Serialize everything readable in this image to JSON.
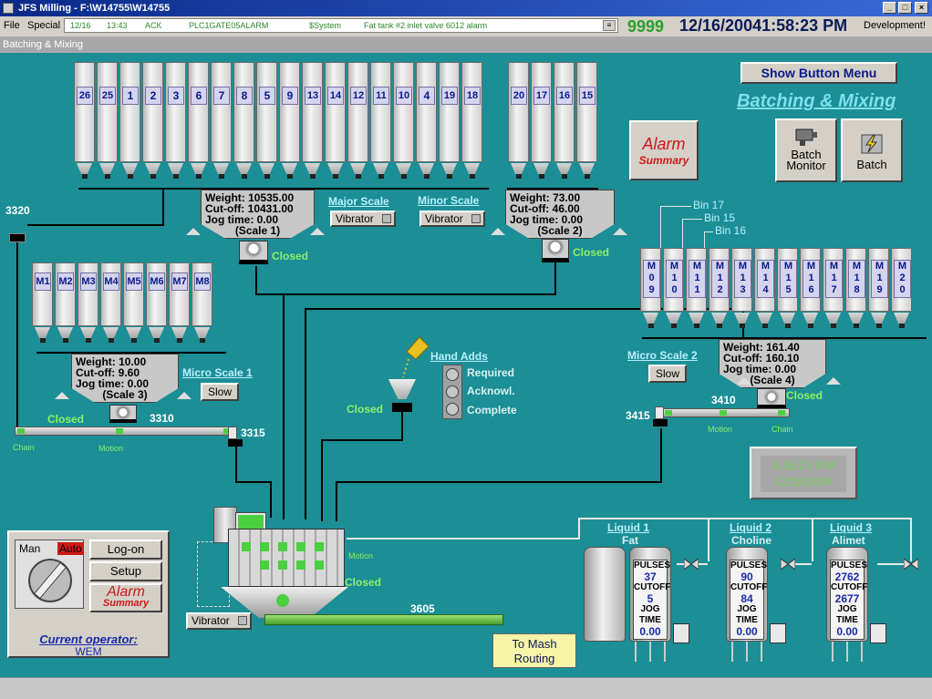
{
  "window": {
    "title": "JFS Milling - F:\\W14755\\W14755",
    "minimize": "_",
    "maximize": "□",
    "close": "×"
  },
  "menu": {
    "file": "File",
    "special": "Special"
  },
  "alarm_line": {
    "date": "12/16",
    "time": "13:43",
    "status": "ACK",
    "tag": "PLC1GATE05ALARM",
    "system": "$System",
    "message": "Fat tank #2 inlet valve 6012 alarm"
  },
  "header": {
    "counter": "9999",
    "datetime": "12/16/20041:58:23 PM",
    "user": "Development!"
  },
  "subtitle": "Batching & Mixing",
  "page_title": "Batching & Mixing",
  "buttons": {
    "show_menu": "Show Button Menu",
    "alarm": "Alarm",
    "alarm_summary": "Summary",
    "batch_monitor_l1": "Batch",
    "batch_monitor_l2": "Monitor",
    "batch": "Batch",
    "vibrator": "Vibrator",
    "slow": "Slow",
    "man": "Man",
    "auto": "Auto",
    "logon": "Log-on",
    "setup": "Setup"
  },
  "bins_major": [
    "26",
    "25",
    "1",
    "2",
    "3",
    "6",
    "7",
    "8",
    "5",
    "9",
    "13",
    "14",
    "12",
    "11",
    "10",
    "4",
    "19",
    "18"
  ],
  "bins_minor": [
    "20",
    "17",
    "16",
    "15"
  ],
  "bins_micro1": [
    "M1",
    "M2",
    "M3",
    "M4",
    "M5",
    "M6",
    "M7",
    "M8"
  ],
  "bins_micro2": [
    "M\n0\n9",
    "M\n1\n0",
    "M\n1\n1",
    "M\n1\n2",
    "M\n1\n3",
    "M\n1\n4",
    "M\n1\n5",
    "M\n1\n6",
    "M\n1\n7",
    "M\n1\n8",
    "M\n1\n9",
    "M\n2\n0"
  ],
  "bin_callouts": [
    "Bin 17",
    "Bin 15",
    "Bin 16"
  ],
  "scale1": {
    "weight": "Weight: 10535.00",
    "cutoff": "Cut-off:  10431.00",
    "jog": "Jog time:  0.00",
    "name": "(Scale 1)",
    "state": "Closed"
  },
  "scale2": {
    "weight": "Weight: 73.00",
    "cutoff": "Cut-off:  46.00",
    "jog": "Jog time:  0.00",
    "name": "(Scale 2)",
    "state": "Closed"
  },
  "scale3": {
    "weight": "Weight: 10.00",
    "cutoff": "Cut-off:  9.60",
    "jog": "Jog time:  0.00",
    "name": "(Scale 3)",
    "state": "Closed"
  },
  "scale4": {
    "weight": "Weight: 161.40",
    "cutoff": "Cut-off:  160.10",
    "jog": "Jog time:  0.00",
    "name": "(Scale 4)",
    "state": "Closed"
  },
  "links": {
    "major_scale": "Major Scale",
    "minor_scale": "Minor Scale",
    "micro_scale1": "Micro Scale 1",
    "micro_scale2": "Micro Scale 2",
    "hand_adds": "Hand Adds"
  },
  "hand_adds": {
    "required": "Required",
    "acknowl": "Acknowl.",
    "complete": "Complete",
    "state": "Closed"
  },
  "tags": {
    "t3320": "3320",
    "t3310": "3310",
    "t3315": "3315",
    "t3410": "3410",
    "t3415": "3415",
    "t3605": "3605"
  },
  "conveyor_labels": {
    "chain": "Chain",
    "motion": "Motion",
    "closed": "Closed"
  },
  "mixer": {
    "motion": "Motion",
    "state": "Closed"
  },
  "clock": {
    "time": "1:58:23 PM",
    "date": "12/16/2004"
  },
  "operator": {
    "label": "Current operator:",
    "name": "WEM"
  },
  "to_mash": {
    "l1": "To Mash",
    "l2": "Routing"
  },
  "liquids": [
    {
      "title": "Liquid 1",
      "name": "Fat",
      "pulses": "37",
      "cutoff": "5",
      "jog": "0.00"
    },
    {
      "title": "Liquid 2",
      "name": "Choline",
      "pulses": "90",
      "cutoff": "84",
      "jog": "0.00"
    },
    {
      "title": "Liquid 3",
      "name": "Alimet",
      "pulses": "2762",
      "cutoff": "2677",
      "jog": "0.00"
    }
  ],
  "liquid_labels": {
    "pulses": "PULSES",
    "cutoff": "CUTOFF",
    "jog1": "JOG",
    "jog2": "TIME"
  },
  "colors": {
    "background": "#1c8e95",
    "bin_label": "#0a1a8a",
    "status_green": "#8cf068",
    "link": "#b8f0ff",
    "alarm_red": "#d01818"
  }
}
